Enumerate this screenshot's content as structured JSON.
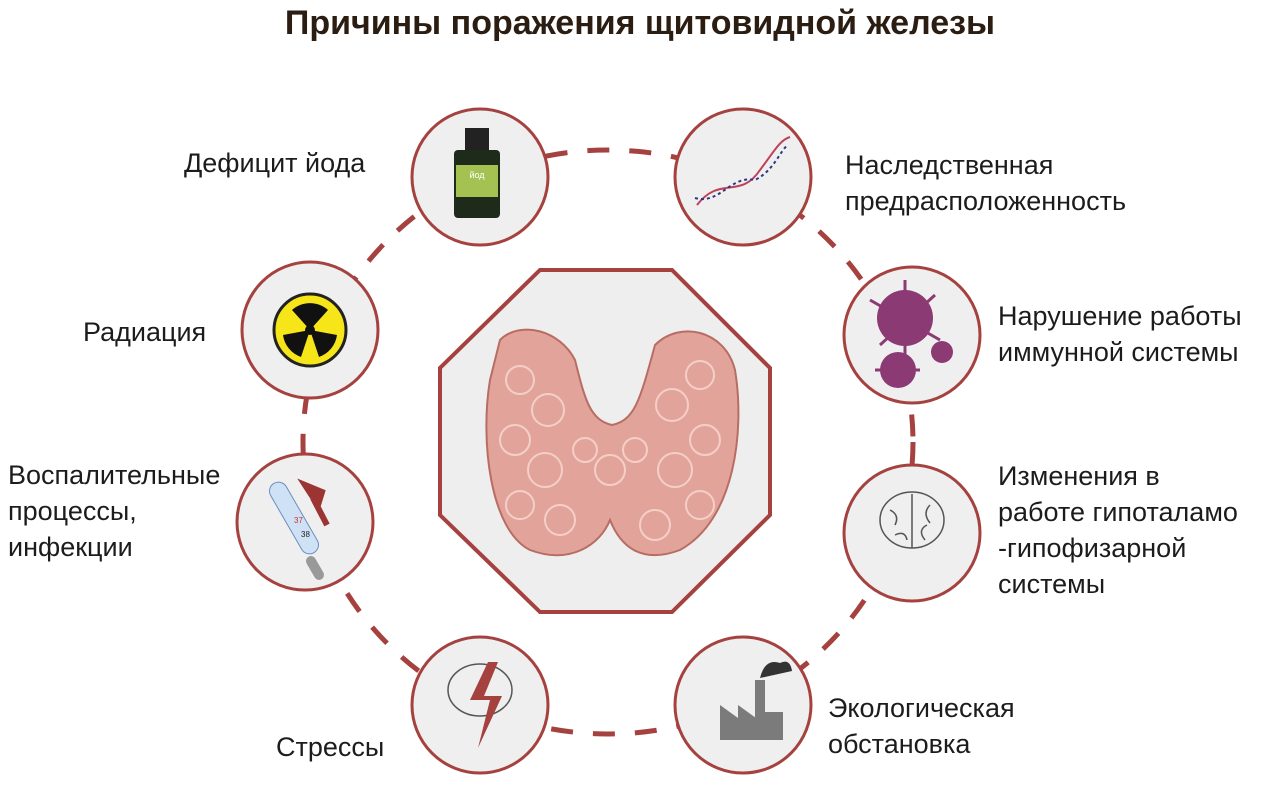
{
  "title": "Причины поражения щитовидной железы",
  "colors": {
    "accent": "#a5413f",
    "circle_fill": "#efefef",
    "text": "#1c1c1c"
  },
  "causes": [
    {
      "label": "Дефицит йода",
      "icon": "iodine-bottle-icon",
      "bottle_text": "йод"
    },
    {
      "label": "Наследственная предрасположенность",
      "lines": [
        "Наследственная",
        "предрасположенность"
      ],
      "icon": "dna-icon"
    },
    {
      "label": "Нарушение работы иммунной системы",
      "lines": [
        "Нарушение работы",
        "иммунной системы"
      ],
      "icon": "virus-icon"
    },
    {
      "label": "Изменения в работе гипоталамо-гипофизарной системы",
      "lines": [
        "Изменения в",
        "работе гипоталамо",
        "-гипофизарной",
        "системы"
      ],
      "icon": "brain-icon"
    },
    {
      "label": "Экологическая обстановка",
      "lines": [
        "Экологическая",
        "обстановка"
      ],
      "icon": "factory-icon"
    },
    {
      "label": "Стрессы",
      "icon": "brain-lightning-icon"
    },
    {
      "label": "Воспалительные процессы, инфекции",
      "lines": [
        "Воспалительные",
        "процессы,",
        "инфекции"
      ],
      "icon": "thermometer-icon",
      "thermo_marks": [
        "37",
        "38"
      ]
    },
    {
      "label": "Радиация",
      "icon": "radiation-icon"
    }
  ]
}
